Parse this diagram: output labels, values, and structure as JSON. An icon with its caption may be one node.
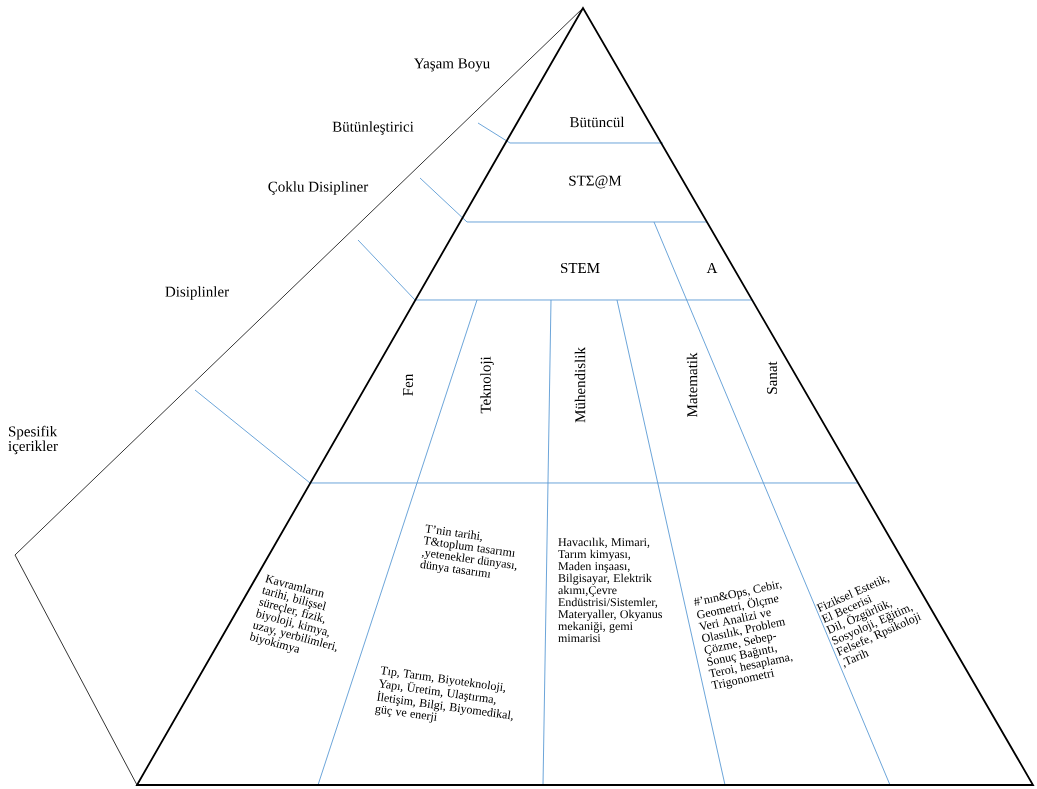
{
  "diagram": {
    "nodes": [
      {
        "text": [
          "Bütüncül"
        ]
      },
      {
        "text": [
          "STΣ@M"
        ]
      },
      {
        "text": [
          "STEM"
        ]
      },
      {
        "text": [
          "A"
        ]
      },
      {
        "text": [
          "Fen"
        ]
      },
      {
        "text": [
          "Teknoloji"
        ]
      },
      {
        "text": [
          "Mühendislik"
        ]
      },
      {
        "text": [
          "Matematik"
        ]
      },
      {
        "text": [
          "Sanat"
        ]
      },
      {
        "text": [
          "Kavramların tarihi, bilişsel süreçler, fizik, biyoloji, kimya, uzay, yerbilimleri, biyokimya"
        ]
      },
      {
        "text": [
          "T’nin tarihi, T&toplum tasarımı ,yetenekler dünyası, dünya tasarımı",
          "Tıp, Tarım, Biyoteknoloji, Yapı, Üretim, Ulaştırma, İletişim, Bilgi, Biyomedikal, güç ve enerji"
        ]
      },
      {
        "text": [
          "Havacılık, Mimari, Tarım kimyası, Maden inşaası, Bilgisayar, Elektrik akımı,Çevre Endüstrisi/Sistemler, Materyaller, Okyanus mekaniği, gemi mimarisi"
        ]
      },
      {
        "text": [
          "#’nın&Ops, Cebir, Geometri, Ölçme Veri Analizi ve Olasılık, Problem Çözme, Sebep-Sonuç Bağıntı, Teroi, hesaplama, Trigonometri"
        ]
      },
      {
        "text": [
          "Fiziksel Estetik, El Becerisi Dil, Özgürlük, Sosyoloji, Eğitim, Felsefe, Rpsikoloji ,Tarih"
        ]
      }
    ],
    "labels": [
      "Yaşam Boyu",
      "Bütünleştirici",
      "Çoklu Disipliner",
      "Disiplinler",
      "Spesifik içerikler"
    ]
  }
}
